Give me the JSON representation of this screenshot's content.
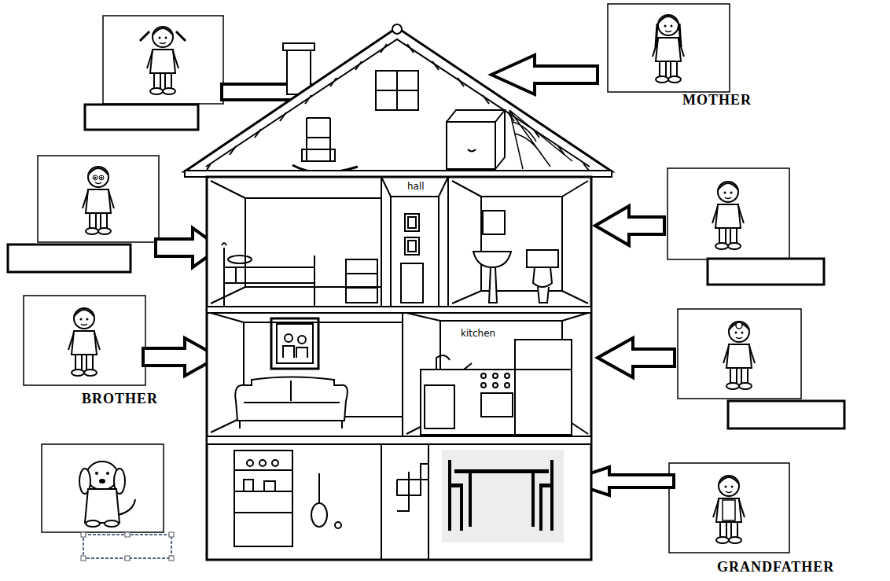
{
  "diagram": {
    "labels": [
      "MOTHER",
      "hall",
      "kitchen",
      "BROTHER",
      "GRANDFATHER"
    ]
  }
}
